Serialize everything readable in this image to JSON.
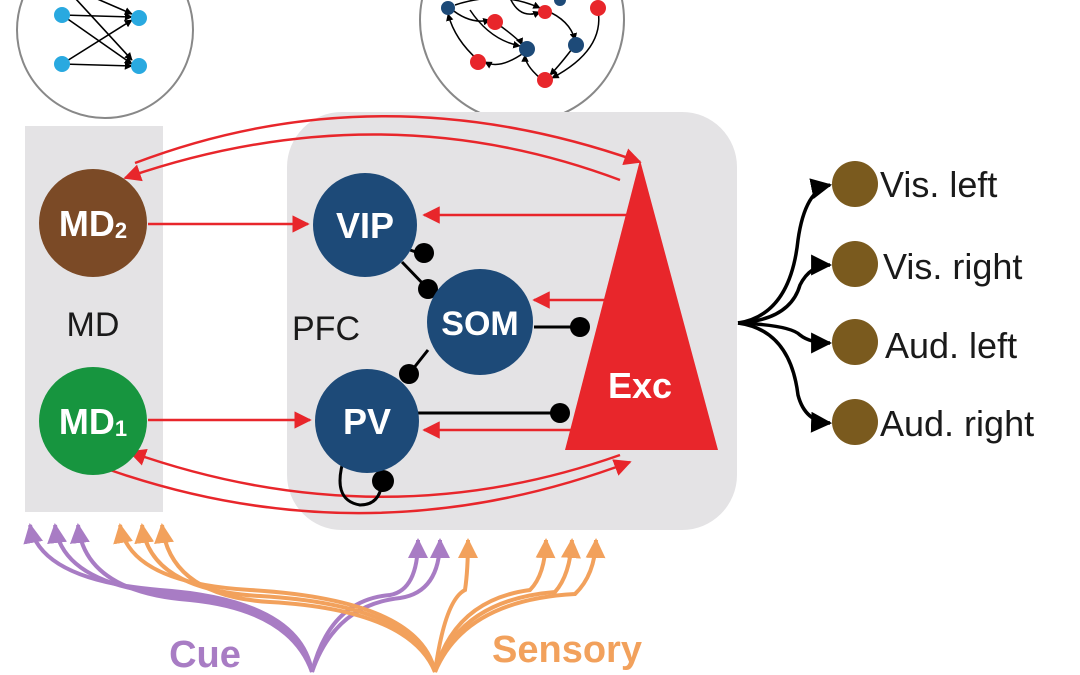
{
  "regions": {
    "md": "MD",
    "pfc": "PFC"
  },
  "nodes": {
    "md2": {
      "main": "MD",
      "sub": "2"
    },
    "md1": {
      "main": "MD",
      "sub": "1"
    },
    "vip": "VIP",
    "som": "SOM",
    "pv": "PV",
    "exc": "Exc"
  },
  "outputs": [
    "Vis. left",
    "Vis. right",
    "Aud. left",
    "Aud. right"
  ],
  "inputs": {
    "cue": "Cue",
    "sensory": "Sensory"
  },
  "colors": {
    "md2": "#7b4a26",
    "md1": "#17953f",
    "interneuron": "#1d4a78",
    "exc": "#e8262b",
    "excitatory_arrow": "#e8262b",
    "inhibitory": "#000000",
    "output_node": "#7a5a1e",
    "cue": "#a87cc4",
    "sensory": "#f2a15c",
    "region_bg": "#e4e3e5",
    "schematic_light": "#29a9e0",
    "schematic_red": "#e8262b",
    "schematic_dark": "#1d4a78"
  }
}
